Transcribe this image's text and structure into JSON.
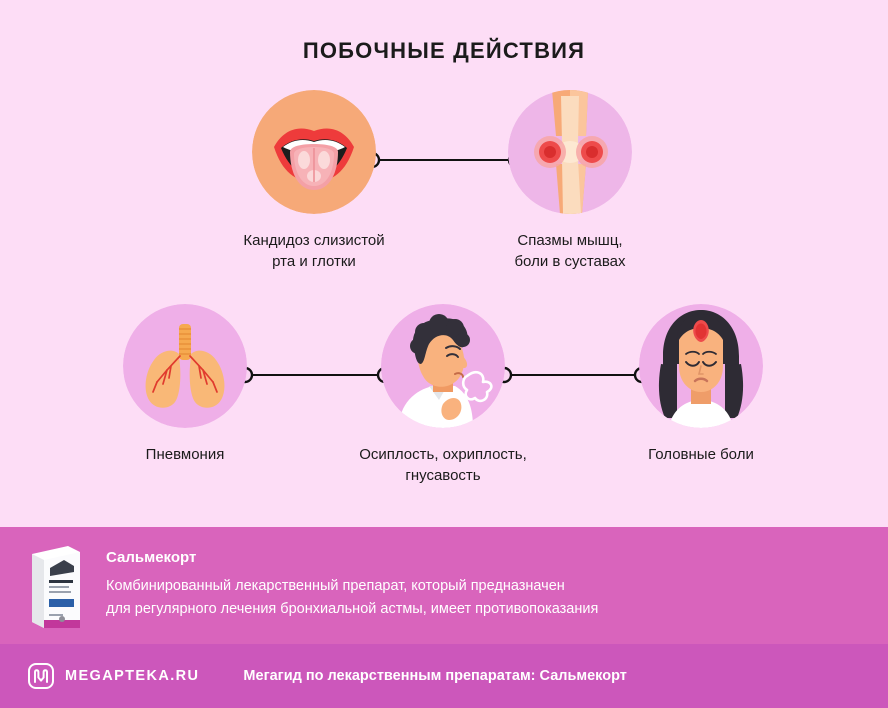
{
  "page": {
    "title": "ПОБОЧНЫЕ ДЕЙСТВИЯ",
    "background_color": "#FDDDF6"
  },
  "diagram": {
    "connector_color": "#111111",
    "nodes": [
      {
        "id": "candidiasis",
        "icon": "mouth-tongue-icon",
        "circle_color": "#F6A978",
        "label": "Кандидоз слизистой\nрта и глотки"
      },
      {
        "id": "spasms",
        "icon": "knee-joint-pain-icon",
        "circle_color": "#EEB6E8",
        "label": "Спазмы мышц,\nболи в суставах"
      },
      {
        "id": "pneumonia",
        "icon": "lungs-icon",
        "circle_color": "#EFAFE8",
        "label": "Пневмония"
      },
      {
        "id": "hoarseness",
        "icon": "coughing-man-icon",
        "circle_color": "#EFAFE8",
        "label": "Осиплость, охриплость,\nгнусавость"
      },
      {
        "id": "headache",
        "icon": "headache-woman-icon",
        "circle_color": "#EFAFE8",
        "label": "Головные боли"
      }
    ]
  },
  "product_banner": {
    "background_color": "#D964BC",
    "box_icon": "medicine-box-icon",
    "name": "Сальмекорт",
    "description": "Комбинированный лекарственный препарат, который предназначен\nдля регулярного лечения бронхиальной астмы, имеет противопоказания"
  },
  "footer": {
    "background_color": "#CC57BB",
    "logo_icon": "megapteka-logo-icon",
    "logo_text": "MEGAPTEKA.RU",
    "tagline": "Мегагид по лекарственным препаратам: Сальмекорт"
  }
}
